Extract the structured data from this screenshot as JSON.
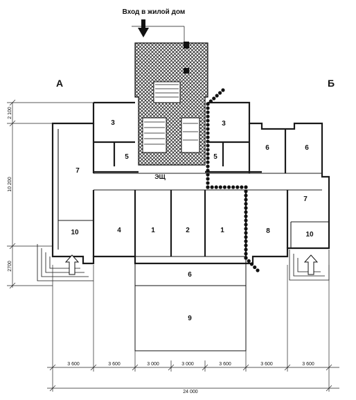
{
  "caption": {
    "entrance_label": "Вход в жилой дом"
  },
  "axes": {
    "left": "А",
    "right": "Б"
  },
  "rooms": {
    "r3_left": "3",
    "r5_left": "5",
    "r7_left": "7",
    "r10_left": "10",
    "r4": "4",
    "r1_left": "1",
    "r2": "2",
    "r1_right": "1",
    "r3_right": "3",
    "r5_right": "5",
    "r6_a": "6",
    "r6_b": "6",
    "r7_right": "7",
    "r10_right": "10",
    "r8": "8",
    "r6_bottom": "6",
    "r9": "9"
  },
  "marks": {
    "panel": "ЭЩ"
  },
  "dimensions": {
    "bottom": [
      "3 600",
      "3 600",
      "3 000",
      "3 000",
      "3 600",
      "3 600",
      "3 600"
    ],
    "total": "24 000",
    "left": [
      "2 100",
      "10 200",
      "2700"
    ]
  },
  "colors": {
    "ink": "#1a1a1a",
    "paper": "#ffffff"
  }
}
